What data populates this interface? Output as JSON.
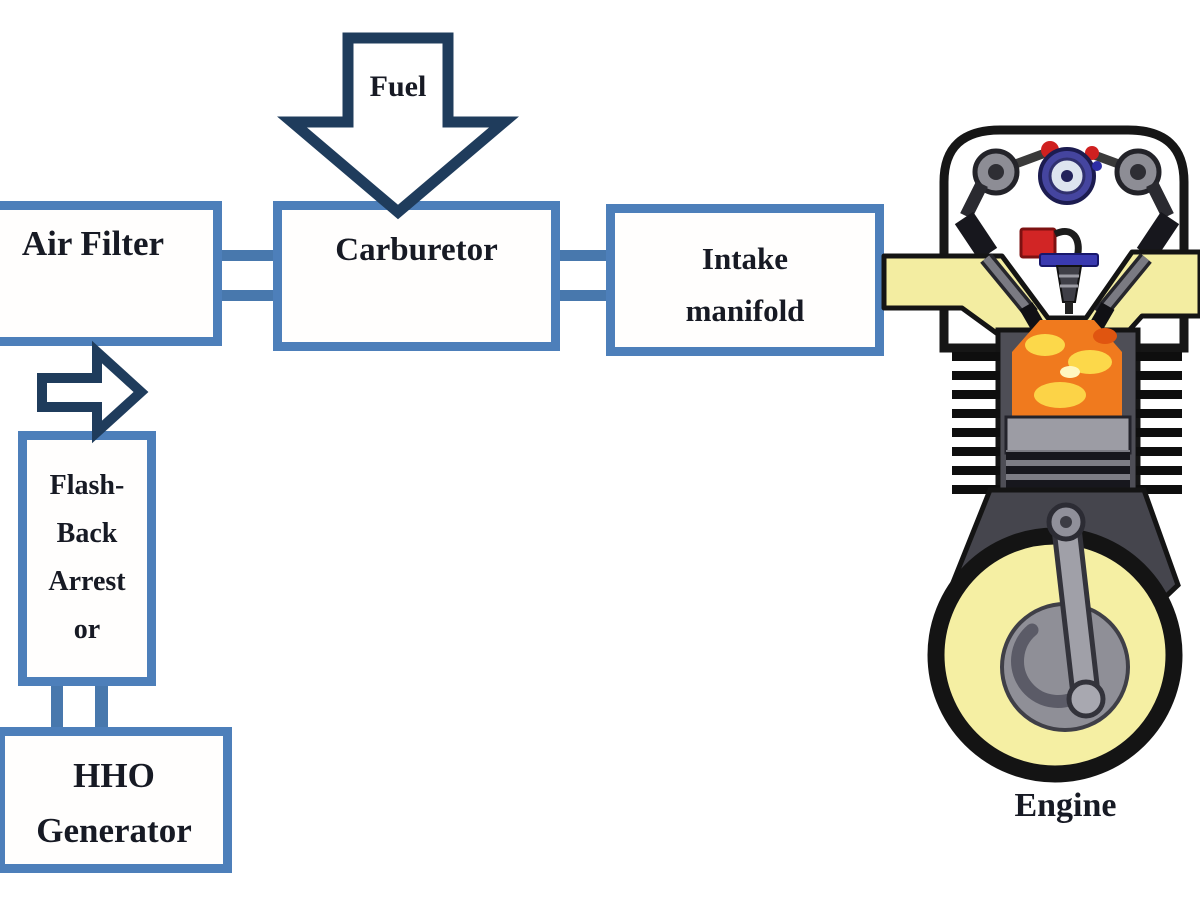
{
  "diagram": {
    "labels": {
      "fuel": "Fuel",
      "air_filter": "Air Filter",
      "carburetor": "Carburetor",
      "intake_manifold": [
        "Intake",
        "manifold"
      ],
      "flashback_arrestor": [
        "Flash-",
        "Back",
        "Arrest",
        "or"
      ],
      "hho_generator": [
        "HHO",
        "Generator"
      ],
      "engine": "Engine"
    },
    "palette": {
      "box_border_blue": "#4d7fba",
      "connector_blue": "#4878ad",
      "arrow_navy": "#1f3c5c",
      "text_dark": "#171a24",
      "pipe_yellow": "#f3eda1",
      "flame_orange": "#f07a1e",
      "flame_yellow": "#fcd84a",
      "engine_black": "#141414",
      "coil_red": "#d22525",
      "bar_blue": "#3a3ab0"
    }
  }
}
